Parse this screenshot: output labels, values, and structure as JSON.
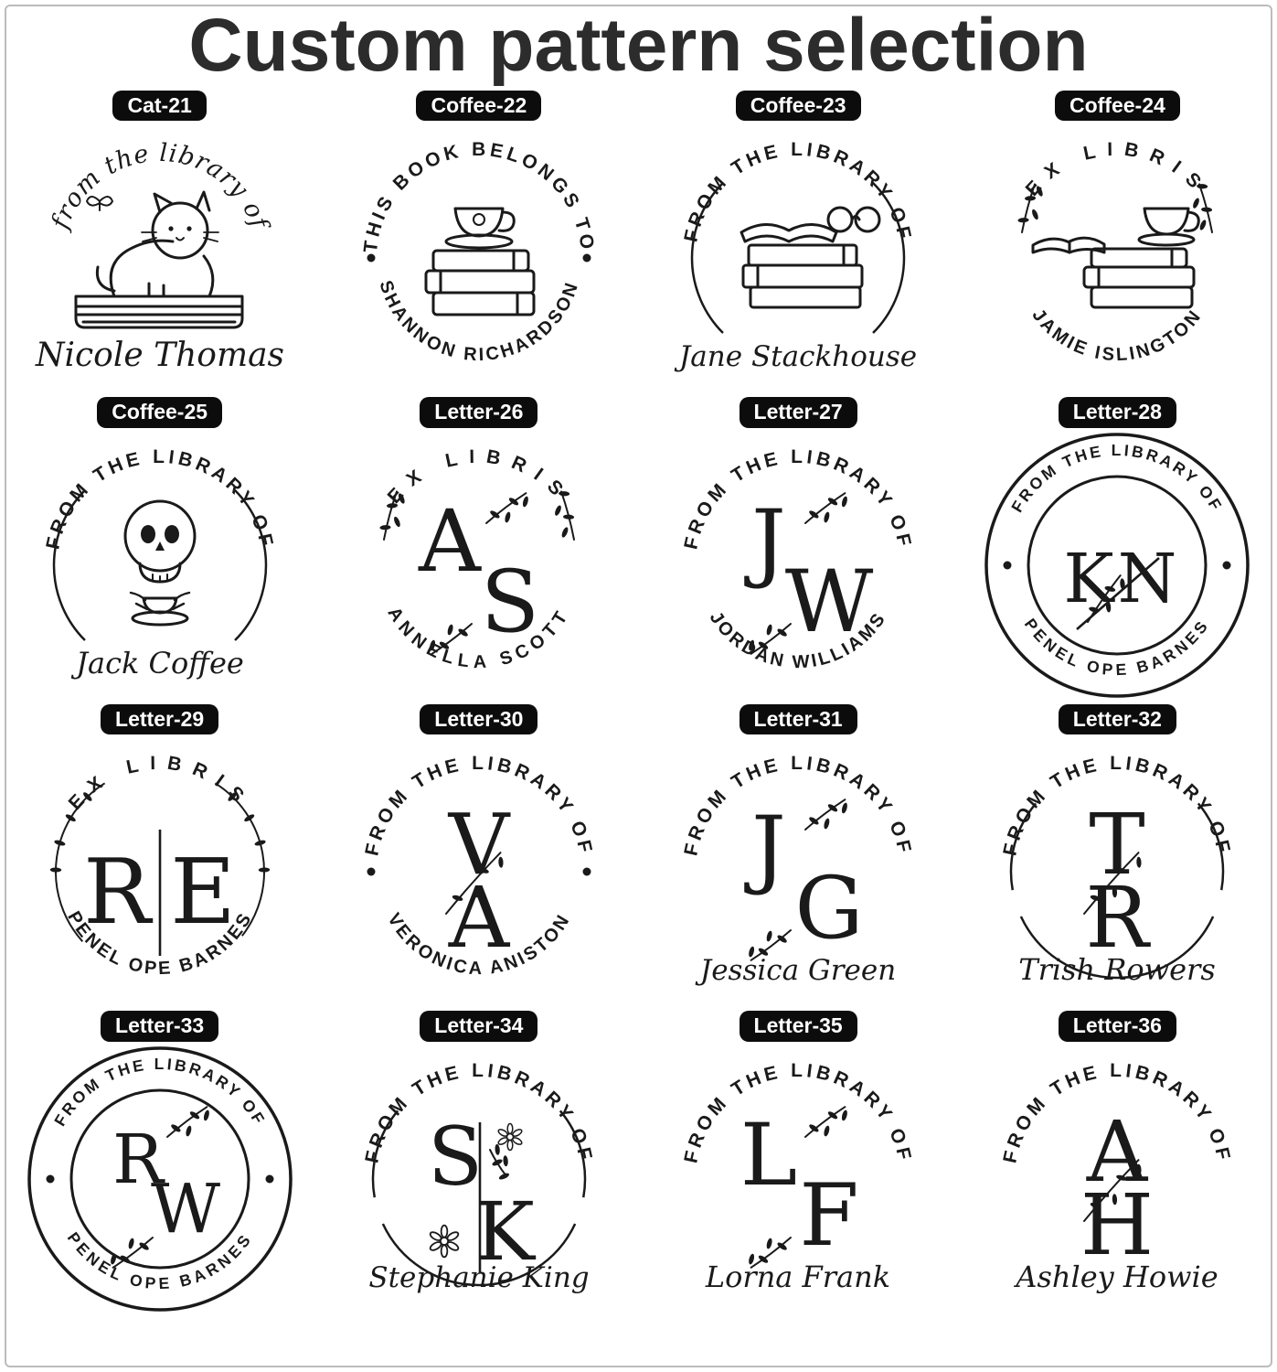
{
  "page": {
    "title": "Custom pattern selection",
    "border_color": "#bcbcbc",
    "ink_color": "#1a1a1a",
    "badge_bg": "#0c0c0c",
    "badge_text_color": "#ffffff"
  },
  "stamps": [
    {
      "badge": "Cat-21",
      "top": {
        "text": "from the library of",
        "style": "script-arc"
      },
      "center": {
        "type": "icon",
        "icon": "cat-on-book-icon"
      },
      "bottom": {
        "text": "Nicole Thomas",
        "style": "script-line",
        "size": 36
      },
      "decor": {
        "border": "none"
      }
    },
    {
      "badge": "Coffee-22",
      "top": {
        "text": "THIS BOOK BELONGS TO",
        "style": "caps-arc"
      },
      "center": {
        "type": "icon",
        "icon": "coffee-on-books-icon"
      },
      "bottom": {
        "text": "SHANNON RICHARDSON",
        "style": "caps-arc"
      },
      "decor": {
        "border": "none",
        "dots": true
      }
    },
    {
      "badge": "Coffee-23",
      "top": {
        "text": "FROM THE LIBRARY OF",
        "style": "caps-arc"
      },
      "center": {
        "type": "icon",
        "icon": "books-with-glasses-icon"
      },
      "bottom": {
        "text": "Jane Stackhouse",
        "style": "script-line",
        "size": 31
      },
      "decor": {
        "border": "side-arcs"
      }
    },
    {
      "badge": "Coffee-24",
      "top": {
        "text": "EX LIBRIS",
        "style": "caps-arc"
      },
      "center": {
        "type": "icon",
        "icon": "coffee-books-floral-icon"
      },
      "bottom": {
        "text": "JAMIE ISLINGTON",
        "style": "caps-arc"
      },
      "decor": {
        "border": "sprigs"
      }
    },
    {
      "badge": "Coffee-25",
      "top": {
        "text": "FROM THE LIBRARY OF",
        "style": "caps-arc"
      },
      "center": {
        "type": "icon",
        "icon": "skull-coffee-icon"
      },
      "bottom": {
        "text": "Jack Coffee",
        "style": "script-line",
        "size": 32
      },
      "decor": {
        "border": "side-arcs"
      }
    },
    {
      "badge": "Letter-26",
      "top": {
        "text": "EX LIBRIS",
        "style": "caps-arc"
      },
      "center": {
        "type": "monogram",
        "letters": "AS",
        "layout": "diagonal",
        "sprig": true
      },
      "bottom": {
        "text": "ANNELLA SCOTT",
        "style": "caps-arc"
      },
      "decor": {
        "border": "sprigs"
      }
    },
    {
      "badge": "Letter-27",
      "top": {
        "text": "FROM THE LIBRARY OF",
        "style": "caps-arc"
      },
      "center": {
        "type": "monogram",
        "letters": "JW",
        "layout": "diagonal",
        "sprig": true
      },
      "bottom": {
        "text": "JORDAN WILLIAMS",
        "style": "caps-arc"
      },
      "decor": {
        "border": "none"
      }
    },
    {
      "badge": "Letter-28",
      "top": {
        "text": "FROM THE LIBRARY OF",
        "style": "caps-arc"
      },
      "center": {
        "type": "monogram",
        "letters": "KN",
        "layout": "side-diagonal",
        "sprig": true
      },
      "bottom": {
        "text": "PENEL OPE BARNES",
        "style": "caps-arc"
      },
      "decor": {
        "border": "double-circle",
        "dots": true
      }
    },
    {
      "badge": "Letter-29",
      "top": {
        "text": "EX LIBRIS",
        "style": "caps-arc"
      },
      "center": {
        "type": "monogram",
        "letters": "RE",
        "layout": "side-vline",
        "sprig": false
      },
      "bottom": {
        "text": "PENEL OPE BARNES",
        "style": "caps-arc"
      },
      "decor": {
        "border": "wreath"
      }
    },
    {
      "badge": "Letter-30",
      "top": {
        "text": "FROM THE LIBRARY OF",
        "style": "caps-arc"
      },
      "center": {
        "type": "monogram",
        "letters": "VA",
        "layout": "stacked",
        "sprig": true
      },
      "bottom": {
        "text": "VERONICA ANISTON",
        "style": "caps-arc"
      },
      "decor": {
        "border": "none",
        "dots": true
      }
    },
    {
      "badge": "Letter-31",
      "top": {
        "text": "FROM THE LIBRARY OF",
        "style": "caps-arc"
      },
      "center": {
        "type": "monogram",
        "letters": "JG",
        "layout": "diagonal",
        "sprig": true
      },
      "bottom": {
        "text": "Jessica Green",
        "style": "script-line",
        "size": 31
      },
      "decor": {
        "border": "none"
      }
    },
    {
      "badge": "Letter-32",
      "top": {
        "text": "FROM THE LIBRARY OF",
        "style": "caps-arc"
      },
      "center": {
        "type": "monogram",
        "letters": "TR",
        "layout": "stacked",
        "sprig": true
      },
      "bottom": {
        "text": "Trish Rowers",
        "style": "script-line",
        "size": 32
      },
      "decor": {
        "border": "bottom-arc"
      }
    },
    {
      "badge": "Letter-33",
      "top": {
        "text": "FROM THE LIBRARY OF",
        "style": "caps-arc"
      },
      "center": {
        "type": "monogram",
        "letters": "RW",
        "layout": "diagonal",
        "sprig": true
      },
      "bottom": {
        "text": "PENEL OPE BARNES",
        "style": "caps-arc"
      },
      "decor": {
        "border": "double-circle",
        "dots": true
      }
    },
    {
      "badge": "Letter-34",
      "top": {
        "text": "FROM THE LIBRARY OF",
        "style": "caps-arc"
      },
      "center": {
        "type": "monogram",
        "letters": "SK",
        "layout": "stacked-vline",
        "sprig": true
      },
      "bottom": {
        "text": "Stephanie King",
        "style": "script-line",
        "size": 31
      },
      "decor": {
        "border": "bottom-arc"
      }
    },
    {
      "badge": "Letter-35",
      "top": {
        "text": "FROM THE LIBRARY OF",
        "style": "caps-arc"
      },
      "center": {
        "type": "monogram",
        "letters": "LF",
        "layout": "diagonal",
        "sprig": true
      },
      "bottom": {
        "text": "Lorna Frank",
        "style": "script-line",
        "size": 32
      },
      "decor": {
        "border": "none"
      }
    },
    {
      "badge": "Letter-36",
      "top": {
        "text": "FROM THE LIBRARY OF",
        "style": "caps-arc"
      },
      "center": {
        "type": "monogram",
        "letters": "AH",
        "layout": "stacked",
        "sprig": true
      },
      "bottom": {
        "text": "Ashley Howie",
        "style": "script-line",
        "size": 32
      },
      "decor": {
        "border": "none"
      }
    }
  ]
}
